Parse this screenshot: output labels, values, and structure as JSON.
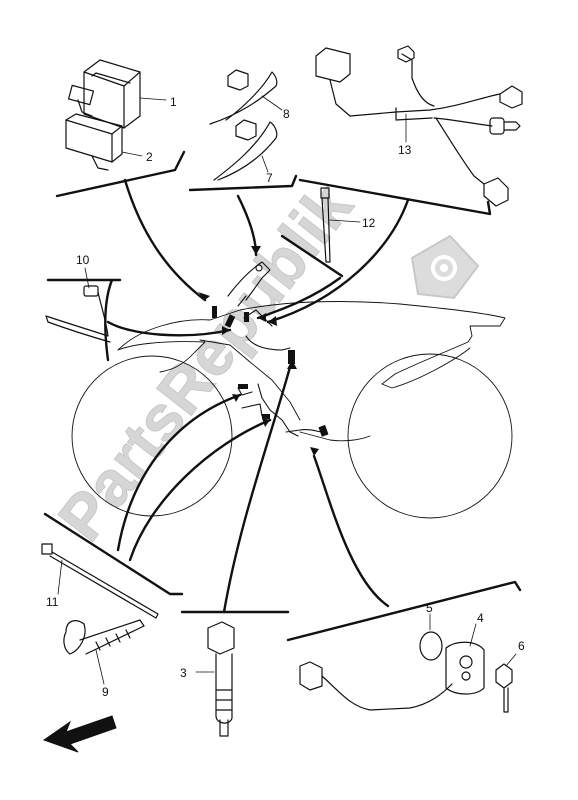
{
  "diagram": {
    "callouts": [
      "1",
      "2",
      "3",
      "4",
      "5",
      "6",
      "7",
      "8",
      "9",
      "10",
      "11",
      "12",
      "13"
    ],
    "watermark_text": "PartsRepublik",
    "colors": {
      "line": "#111111",
      "watermark": "#d6d6d6",
      "background": "#ffffff"
    },
    "icons": [
      "gear-icon",
      "front-direction-arrow-icon"
    ]
  }
}
